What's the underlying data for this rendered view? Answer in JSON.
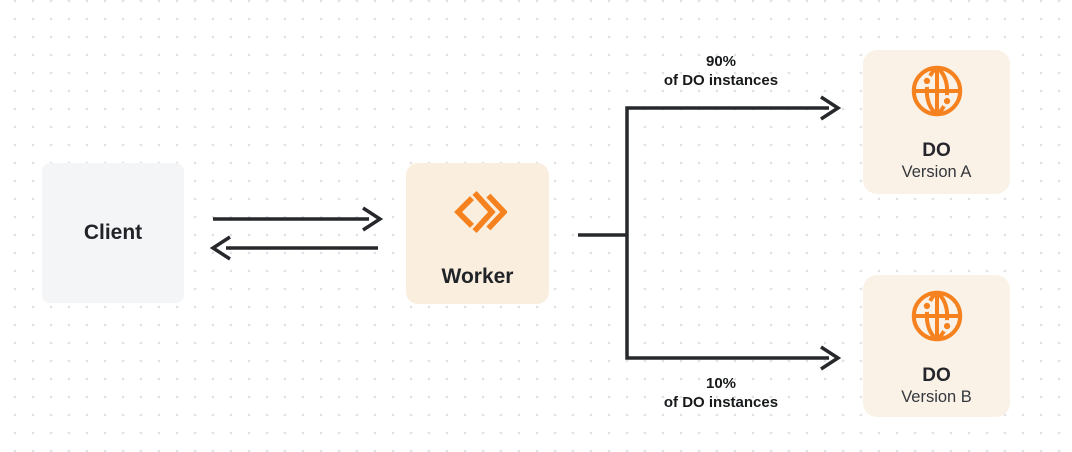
{
  "diagram": {
    "nodes": {
      "client": {
        "label": "Client"
      },
      "worker": {
        "label": "Worker",
        "icon": "workers-chevron-icon"
      },
      "do_a": {
        "title": "DO",
        "subtitle": "Version A",
        "icon": "globe-icon"
      },
      "do_b": {
        "title": "DO",
        "subtitle": "Version B",
        "icon": "globe-icon"
      }
    },
    "edge_labels": {
      "to_version_a": {
        "line1": "90%",
        "line2": "of DO instances"
      },
      "to_version_b": {
        "line1": "10%",
        "line2": "of DO instances"
      }
    },
    "colors": {
      "accent_orange": "#f6821f",
      "connector": "#26282b",
      "client_bg": "#f4f5f6",
      "worker_bg": "#faefde",
      "do_bg": "#faf2e7",
      "dot_grid": "#e0e1e4"
    }
  }
}
